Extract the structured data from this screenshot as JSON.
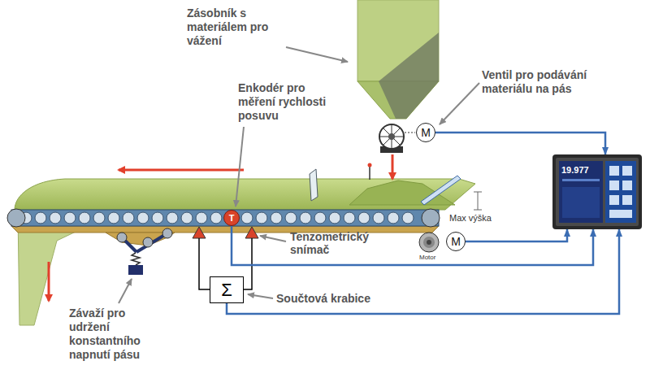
{
  "diagram": {
    "nodes": [
      {
        "text": [
          "M"
        ]
      },
      {
        "text": [
          "19.977"
        ]
      },
      {
        "text": [
          "T"
        ]
      },
      {
        "text": [
          "M"
        ]
      },
      {
        "text": [
          "Σ"
        ]
      }
    ],
    "edges": [
      {
        "from": 0,
        "to": 1,
        "arrow": "to"
      },
      {
        "from": 2,
        "to": 1,
        "arrow": "to"
      },
      {
        "from": 3,
        "to": 1,
        "arrow": "to"
      },
      {
        "from": 4,
        "to": 1,
        "arrow": "to"
      }
    ],
    "labels": [
      "Zásobník s materiálem pro vážení",
      "Ventil pro podávání materiálu na pás",
      "Enkodér pro měření rychlosti posuvu",
      "Max výška",
      "Motor",
      "Tenzometrický snímač",
      "Součtová krabice",
      "Závaží pro udržení konstantního napnutí pásu"
    ]
  }
}
